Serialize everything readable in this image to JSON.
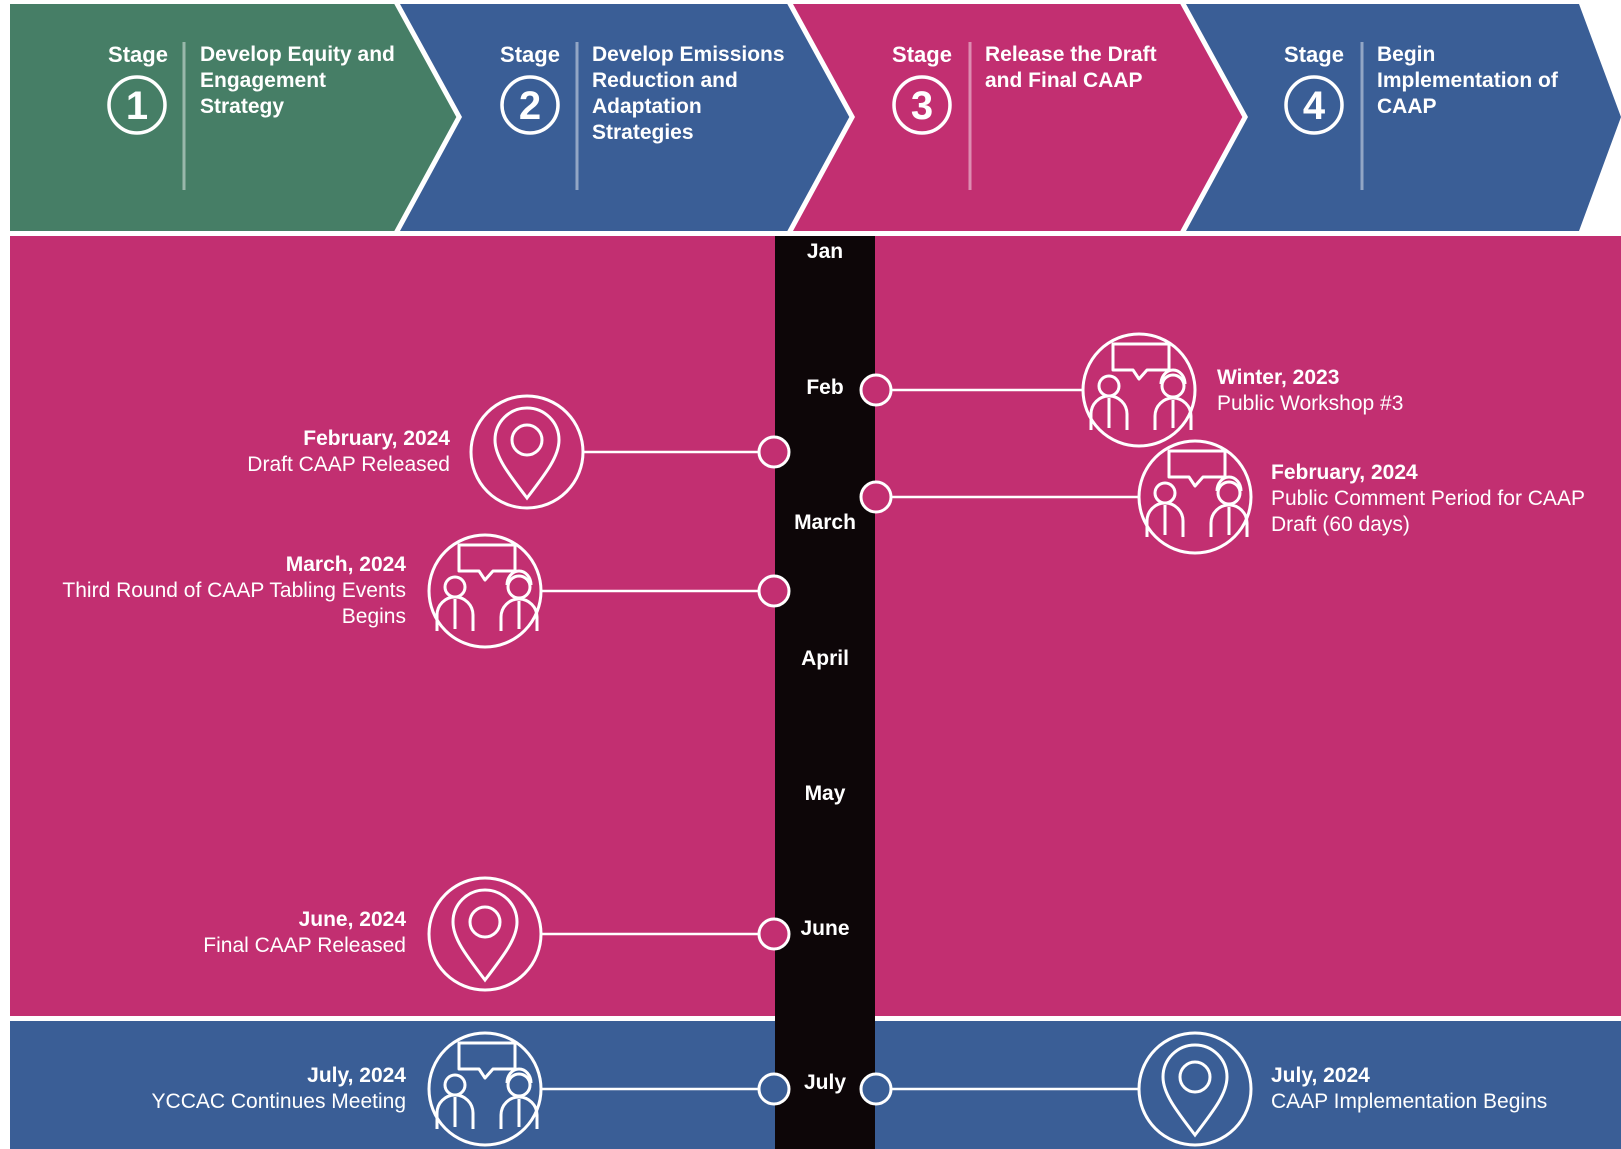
{
  "colors": {
    "stage1": "#467e66",
    "stage2": "#3a5e96",
    "stage3": "#c22f71",
    "stage4": "#3a5e96",
    "timeline_main_bg": "#c22f71",
    "timeline_bottom_bg": "#3a5e96",
    "timeline_bar": "#0d0608"
  },
  "stages": [
    {
      "word": "Stage",
      "number": "1",
      "title": "Develop Equity and Engagement Strategy"
    },
    {
      "word": "Stage",
      "number": "2",
      "title": "Develop Emissions Reduction and Adaptation Strategies"
    },
    {
      "word": "Stage",
      "number": "3",
      "title": "Release the Draft and Final CAAP"
    },
    {
      "word": "Stage",
      "number": "4",
      "title": "Begin Implementation of CAAP"
    }
  ],
  "months": [
    "Jan",
    "Feb",
    "March",
    "April",
    "May",
    "June",
    "July"
  ],
  "events": [
    {
      "date": "Winter, 2023",
      "text": "Public Workshop #3",
      "icon": "people-chat-icon",
      "side": "right"
    },
    {
      "date": "February, 2024",
      "text": "Draft CAAP Released",
      "icon": "location-pin-icon",
      "side": "left"
    },
    {
      "date": "February, 2024",
      "text": "Public Comment Period for CAAP Draft (60 days)",
      "icon": "people-chat-icon",
      "side": "right"
    },
    {
      "date": "March, 2024",
      "text": "Third Round of CAAP Tabling Events Begins",
      "icon": "people-chat-icon",
      "side": "left"
    },
    {
      "date": "June, 2024",
      "text": "Final CAAP Released",
      "icon": "location-pin-icon",
      "side": "left"
    },
    {
      "date": "July, 2024",
      "text": "YCCAC Continues Meeting",
      "icon": "people-chat-icon",
      "side": "left"
    },
    {
      "date": "July, 2024",
      "text": "CAAP Implementation Begins",
      "icon": "location-pin-icon",
      "side": "right"
    }
  ]
}
